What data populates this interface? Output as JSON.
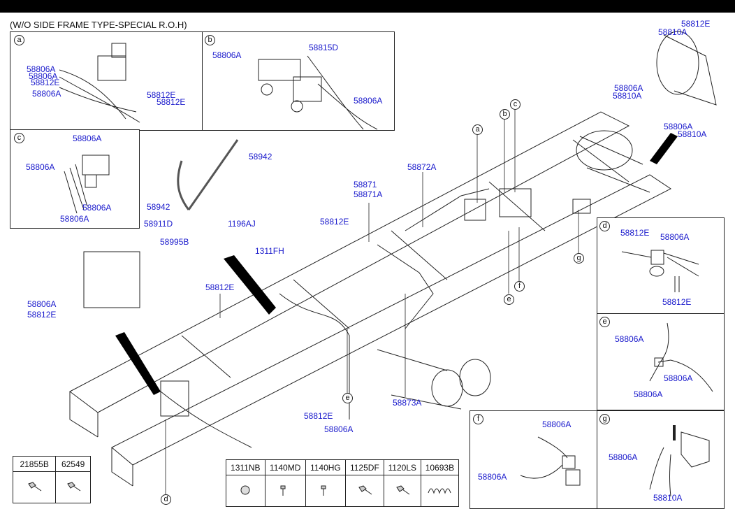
{
  "title": "(W/O SIDE FRAME TYPE-SPECIAL R.O.H)",
  "details": {
    "a": {
      "letter": "a",
      "labels": [
        "58806A",
        "58806A",
        "58812E",
        "58806A",
        "58812E",
        "58812E"
      ]
    },
    "b": {
      "letter": "b",
      "labels": [
        "58806A",
        "58815D",
        "58806A"
      ]
    },
    "c": {
      "letter": "c",
      "labels": [
        "58806A",
        "58806A",
        "58806A",
        "58806A"
      ]
    },
    "d": {
      "letter": "d",
      "labels": [
        "58812E",
        "58806A",
        "58812E"
      ]
    },
    "e": {
      "letter": "e",
      "labels": [
        "58806A",
        "58806A",
        "58806A"
      ]
    },
    "f": {
      "letter": "f",
      "labels": [
        "58806A",
        "58806A"
      ]
    },
    "g": {
      "letter": "g",
      "labels": [
        "58806A",
        "58810A"
      ]
    }
  },
  "main_labels": [
    "58942",
    "58942",
    "58911D",
    "1196AJ",
    "58995B",
    "1311FH",
    "58812E",
    "58871",
    "58871A",
    "58872A",
    "58812E",
    "58806A",
    "58812E",
    "58812E",
    "58806A",
    "58873A",
    "58812E",
    "58810A",
    "58806A",
    "58810A",
    "58806A",
    "58810A"
  ],
  "callouts": [
    "a",
    "b",
    "c",
    "d",
    "e",
    "f",
    "g"
  ],
  "parts_small": [
    "21855B",
    "62549"
  ],
  "parts_large": [
    "1311NB",
    "1140MD",
    "1140HG",
    "1125DF",
    "1120LS",
    "10693B"
  ]
}
